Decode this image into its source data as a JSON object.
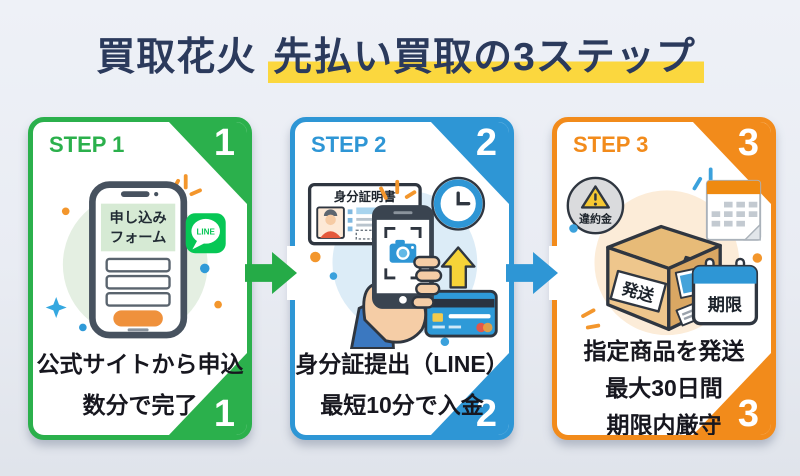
{
  "title": {
    "brand": "買取花火",
    "highlight": "先払い買取の3ステップ"
  },
  "colors": {
    "green": "#2bb04c",
    "blue": "#2e96d5",
    "orange": "#f28b1b",
    "title_navy": "#2b3a5c",
    "highlight_yellow": "#fbd73e",
    "background": "#e9ecf3",
    "line_brand_green": "#06c755"
  },
  "steps": [
    {
      "label": "STEP 1",
      "badge": "1",
      "caption": [
        "公式サイトから申込",
        "数分で完了"
      ],
      "illustration": {
        "phone_header_line1": "申し込み",
        "phone_header_line2": "フォーム",
        "line_icon_text": "LINE"
      }
    },
    {
      "label": "STEP 2",
      "badge": "2",
      "caption": [
        "身分証提出（LINE）",
        "最短10分で入金"
      ],
      "illustration": {
        "id_card_title": "身分証明書"
      }
    },
    {
      "label": "STEP 3",
      "badge": "3",
      "caption": [
        "指定商品を発送",
        "最大30日間",
        "期限内厳守"
      ],
      "illustration": {
        "penalty_label": "違約金",
        "box_label": "発送",
        "deadline_label": "期限"
      }
    }
  ]
}
